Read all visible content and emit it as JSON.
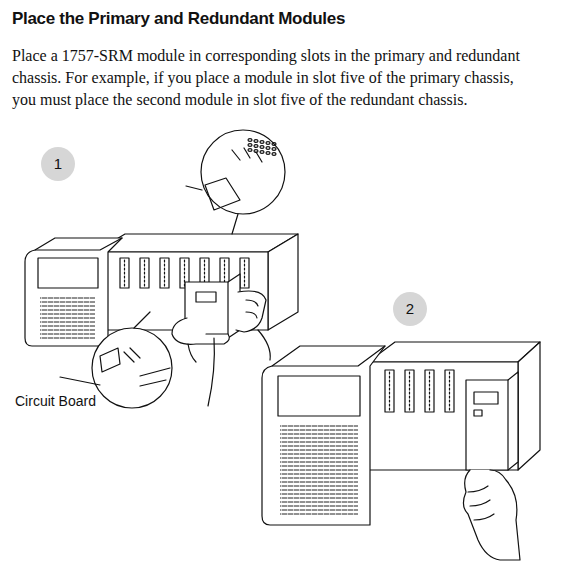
{
  "diagram": {
    "title": "Place the Primary and Redundant Modules",
    "labels": [
      "Place a 1757-SRM module in corresponding slots in the primary and redundant chassis. For example, if you place a module in slot five of the primary chassis, you must place the second module in slot five of the redundant chassis.",
      "1",
      "2",
      "Circuit Board"
    ]
  }
}
